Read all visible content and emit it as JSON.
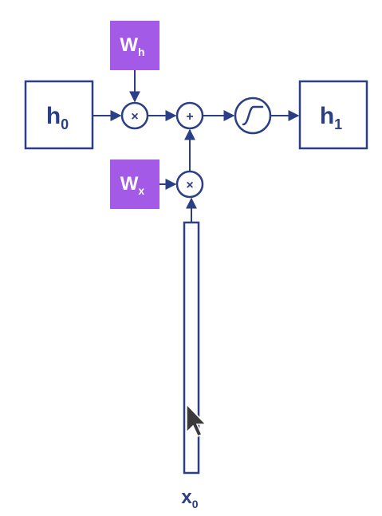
{
  "diagram": {
    "nodes": {
      "h0": {
        "main": "h",
        "sub": "0"
      },
      "h1": {
        "main": "h",
        "sub": "1"
      },
      "wh": {
        "main": "W",
        "sub": "h"
      },
      "wx": {
        "main": "W",
        "sub": "x"
      },
      "x0": {
        "main": "x",
        "sub": "0"
      },
      "mul_h": {
        "symbol": "×"
      },
      "mul_x": {
        "symbol": "×"
      },
      "add": {
        "symbol": "+"
      },
      "activation": {
        "icon": "sigmoid-icon"
      }
    },
    "edges": [
      {
        "from": "h0",
        "to": "mul_h"
      },
      {
        "from": "wh",
        "to": "mul_h"
      },
      {
        "from": "mul_h",
        "to": "add"
      },
      {
        "from": "wx",
        "to": "mul_x"
      },
      {
        "from": "x0",
        "to": "mul_x"
      },
      {
        "from": "mul_x",
        "to": "add"
      },
      {
        "from": "add",
        "to": "activation"
      },
      {
        "from": "activation",
        "to": "h1"
      }
    ]
  },
  "colors": {
    "stroke": "#2b3f86",
    "weight_fill": "#a35ae6",
    "weight_text": "#ffffff",
    "background": "#ffffff",
    "cursor": "#3a3a3a"
  },
  "cursor": {
    "icon": "mouse-pointer-icon"
  }
}
